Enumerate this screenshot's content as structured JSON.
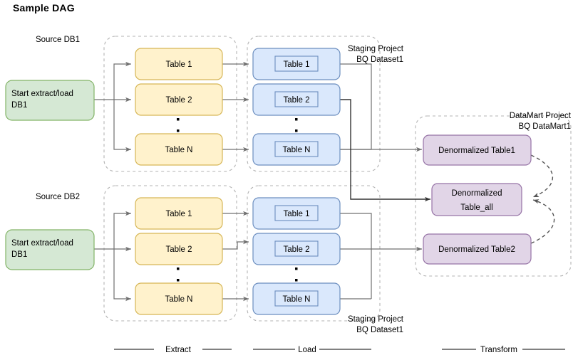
{
  "title": "Sample DAG",
  "groups": {
    "source_db1": "Source DB1",
    "source_db2": "Source DB2",
    "staging_top_line1": "Staging Project",
    "staging_top_line2": "BQ Dataset1",
    "staging_bottom_line1": "Staging Project",
    "staging_bottom_line2": "BQ Dataset1",
    "datamart_line1": "DataMart Project",
    "datamart_line2": "BQ DataMart1"
  },
  "start_nodes": [
    {
      "line1": "Start extract/load",
      "line2": "DB1"
    },
    {
      "line1": "Start extract/load",
      "line2": "DB1"
    }
  ],
  "extract_row1": [
    "Table 1",
    "Table 2",
    "Table N"
  ],
  "extract_row2": [
    "Table 1",
    "Table 2",
    "Table N"
  ],
  "load_row1": [
    "Table 1",
    "Table 2",
    "Table N"
  ],
  "load_row2": [
    "Table 1",
    "Table 2",
    "Table N"
  ],
  "transform_nodes": [
    {
      "line1": "Denormalized Table1",
      "line2": ""
    },
    {
      "line1": "Denormalized",
      "line2": "Table_all"
    },
    {
      "line1": "Denormalized Table2",
      "line2": ""
    }
  ],
  "phases": {
    "extract": "Extract",
    "load": "Load",
    "transform": "Transform"
  },
  "colors": {
    "extract_fill": "#fff2cc",
    "extract_stroke": "#d6b656",
    "load_fill": "#dae8fc",
    "load_stroke": "#6c8ebf",
    "start_fill": "#d5e8d4",
    "start_stroke": "#82b366",
    "transform_fill": "#e1d5e7",
    "transform_stroke": "#9673a6",
    "container_stroke": "#b3b3b3",
    "connector_stroke": "#707070"
  }
}
